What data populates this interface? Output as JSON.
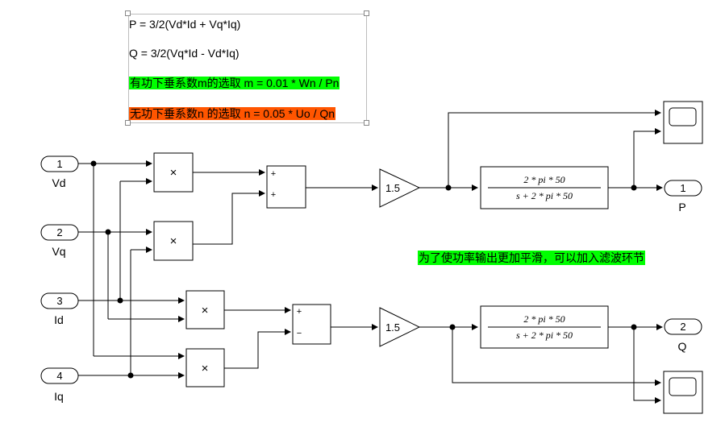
{
  "annotation": {
    "p_eq": "P = 3/2(Vd*Id + Vq*Iq)",
    "q_eq": "Q = 3/2(Vq*Id - Vd*Iq)",
    "m_rule": "有功下垂系数m的选取 m = 0.01 * Wn / Pn",
    "n_rule": "无功下垂系数n 的选取  n = 0.05 * Uo / Qn"
  },
  "note": "为了使功率输出更加平滑，可以加入滤波环节",
  "inports": [
    {
      "num": "1",
      "label": "Vd"
    },
    {
      "num": "2",
      "label": "Vq"
    },
    {
      "num": "3",
      "label": "Id"
    },
    {
      "num": "4",
      "label": "Iq"
    }
  ],
  "outports": [
    {
      "num": "1",
      "label": "P"
    },
    {
      "num": "2",
      "label": "Q"
    }
  ],
  "product_symbol": "×",
  "sum_p_signs": [
    "+",
    "+"
  ],
  "sum_q_signs": [
    "+",
    "−"
  ],
  "gain_value": "1.5",
  "tf_numerator": "2 * pi * 50",
  "tf_denominator": "s + 2 * pi * 50",
  "colors": {
    "green": "#00ff00",
    "orange": "#ff5500"
  }
}
